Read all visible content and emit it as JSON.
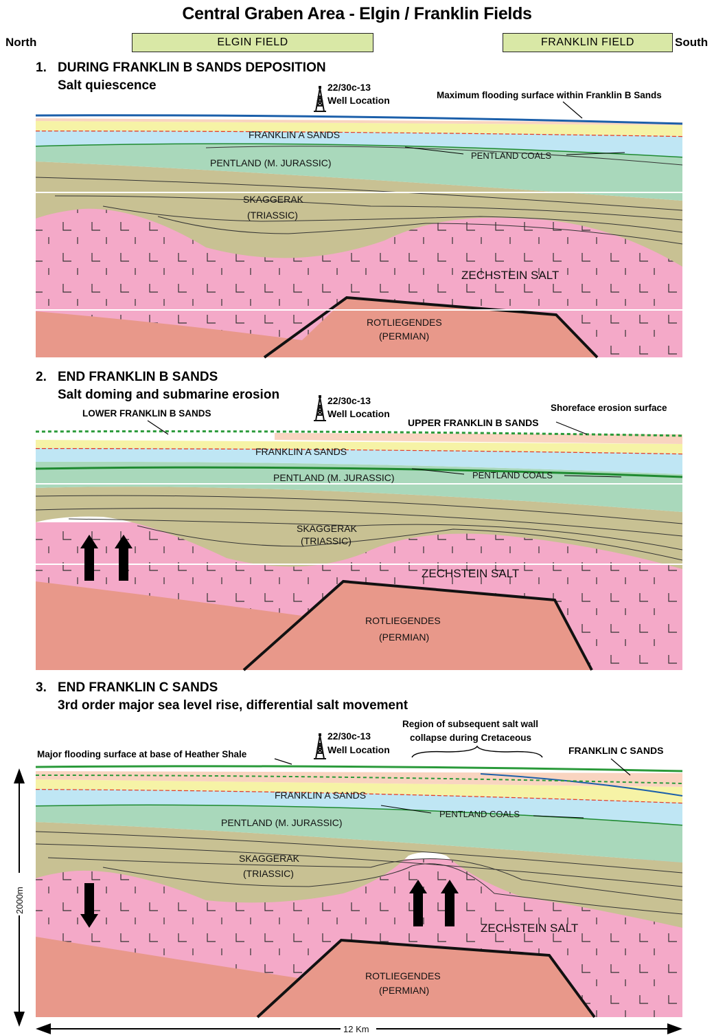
{
  "title": "Central Graben Area - Elgin / Franklin Fields",
  "north": "North",
  "south": "South",
  "elgin_field": "ELGIN FIELD",
  "franklin_field": "FRANKLIN FIELD",
  "colors": {
    "salt": "#f4a9c8",
    "permian": "#e8988a",
    "triassic": "#c8c193",
    "jurassic": "#a9d8bb",
    "franklin_a": "#bfe6f4",
    "yellow_band": "#f6f3a6",
    "peach_band": "#f9d4c0",
    "flood_line": "#1b5faa",
    "erosion_line": "#2a9a3a",
    "red_line": "#e23a2a",
    "fault": "#111111"
  },
  "stage1": {
    "number": "1.",
    "title": "DURING FRANKLIN B SANDS DEPOSITION",
    "subtitle": "Salt quiescence",
    "well_name": "22/30c-13",
    "well_loc": "Well Location",
    "flood_note": "Maximum flooding surface within Franklin B Sands",
    "franklin_a": "FRANKLIN A SANDS",
    "pentland": "PENTLAND (M. JURASSIC)",
    "pentland_coals": "PENTLAND COALS",
    "skaggerak": "SKAGGERAK",
    "triassic": "(TRIASSIC)",
    "zechstein": "ZECHSTEIN SALT",
    "rotliegendes": "ROTLIEGENDES",
    "permian": "(PERMIAN)"
  },
  "stage2": {
    "number": "2.",
    "title": "END FRANKLIN B SANDS",
    "subtitle": "Salt doming and submarine erosion",
    "well_name": "22/30c-13",
    "well_loc": "Well Location",
    "lower_b": "LOWER FRANKLIN B SANDS",
    "upper_b": "UPPER FRANKLIN B SANDS",
    "shoreface": "Shoreface erosion surface",
    "franklin_a": "FRANKLIN A SANDS",
    "pentland": "PENTLAND (M. JURASSIC)",
    "pentland_coals": "PENTLAND COALS",
    "skaggerak": "SKAGGERAK",
    "triassic": "(TRIASSIC)",
    "zechstein": "ZECHSTEIN SALT",
    "rotliegendes": "ROTLIEGENDES",
    "permian": "(PERMIAN)"
  },
  "stage3": {
    "number": "3.",
    "title": "END FRANKLIN C SANDS",
    "subtitle": "3rd order major sea level rise, differential salt movement",
    "well_name": "22/30c-13",
    "well_loc": "Well Location",
    "major_flood": "Major flooding surface at base of Heather Shale",
    "collapse_1": "Region of subsequent salt wall",
    "collapse_2": "collapse during Cretaceous",
    "franklin_c": "FRANKLIN C SANDS",
    "franklin_a": "FRANKLIN A SANDS",
    "pentland": "PENTLAND (M. JURASSIC)",
    "pentland_coals": "PENTLAND COALS",
    "skaggerak": "SKAGGERAK",
    "triassic": "(TRIASSIC)",
    "zechstein": "ZECHSTEIN SALT",
    "rotliegendes": "ROTLIEGENDES",
    "permian": "(PERMIAN)"
  },
  "scale_vertical": "2000m",
  "scale_horizontal": "12 Km"
}
